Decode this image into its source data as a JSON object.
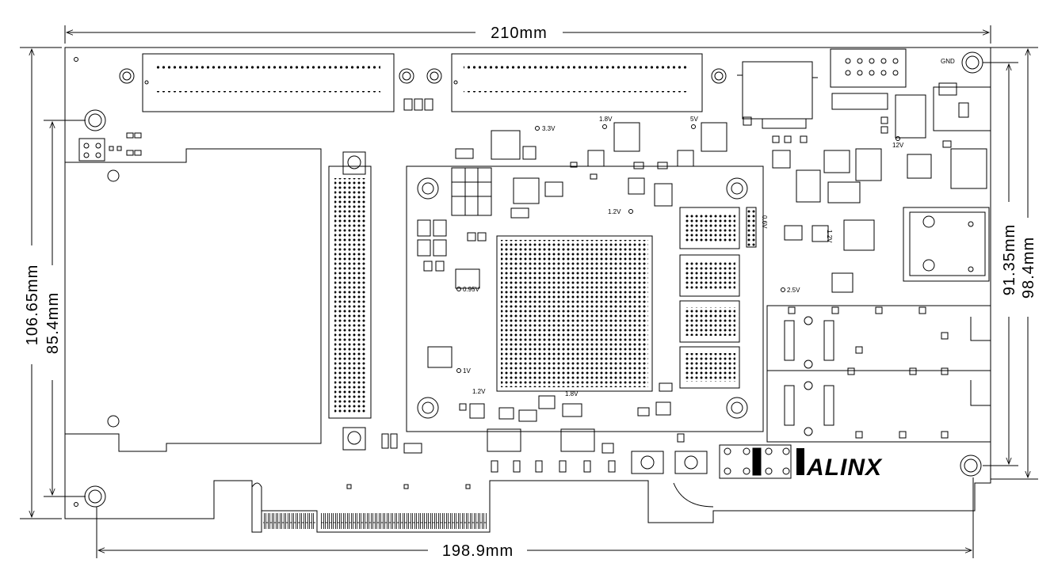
{
  "dimensions": {
    "top_width": "210mm",
    "bottom_width": "198.9mm",
    "left_outer_height": "106.65mm",
    "left_inner_height": "85.4mm",
    "right_inner_height": "91.35mm",
    "right_outer_height": "98.4mm"
  },
  "labels": {
    "v33": "3.3V",
    "v18": "1.8V",
    "v5": "5V",
    "v12_top": "12V",
    "gnd": "GND",
    "v12": "1.2V",
    "v095": "0.95V",
    "v1": "1V",
    "v12b": "1.2V",
    "v18b": "1.8V",
    "v25": "2.5V",
    "v06": "0.6V",
    "v12c": "1.2V",
    "logo": "ALINX"
  }
}
